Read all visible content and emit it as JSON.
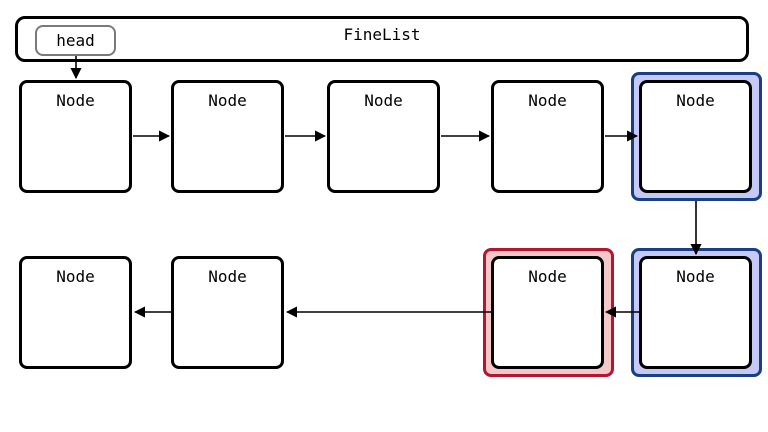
{
  "list": {
    "title": "FineList"
  },
  "head": {
    "label": "head"
  },
  "nodes": {
    "n1": "Node",
    "n2": "Node",
    "n3": "Node",
    "n4": "Node",
    "n5": "Node",
    "n6": "Node",
    "n7": "Node",
    "n8": "Node",
    "n9": "Node"
  },
  "colors": {
    "highlight_blue_fill": "#c6c8f5",
    "highlight_blue_border": "#173f85",
    "highlight_red_fill": "#f5c7c9",
    "highlight_red_border": "#b5152f"
  }
}
